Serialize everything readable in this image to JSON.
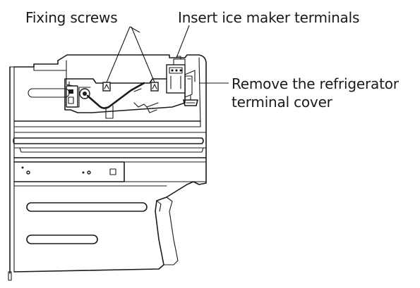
{
  "callouts": {
    "fixing_screws": "Fixing screws",
    "insert_terminals": "Insert ice maker terminals",
    "remove_cover_line1": "Remove the refrigerator",
    "remove_cover_line2": "terminal cover"
  },
  "colors": {
    "ink": "#1a1a1a",
    "background": "#ffffff"
  }
}
